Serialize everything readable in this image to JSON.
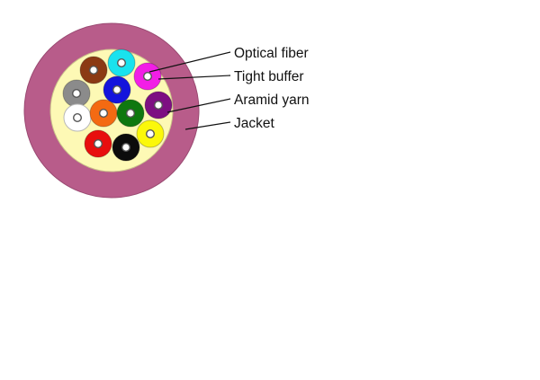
{
  "labels": {
    "optical_fiber": "Optical fiber",
    "tight_buffer": "Tight buffer",
    "aramid_yarn": "Aramid yarn",
    "jacket": "Jacket"
  },
  "colors": {
    "jacket": "#b85c8a",
    "aramid_yarn": "#fdf9b5",
    "fiber_core": "#ffffff"
  },
  "fibers": [
    {
      "name": "brown",
      "color": "#8b3a14"
    },
    {
      "name": "aqua",
      "color": "#19e2ee"
    },
    {
      "name": "rose",
      "color": "#f21ee6"
    },
    {
      "name": "slate",
      "color": "#8b8b8b"
    },
    {
      "name": "blue",
      "color": "#1414dc"
    },
    {
      "name": "violet",
      "color": "#7d0f82"
    },
    {
      "name": "white",
      "color": "#ffffff"
    },
    {
      "name": "orange",
      "color": "#f46a12"
    },
    {
      "name": "green",
      "color": "#0f780f"
    },
    {
      "name": "yellow",
      "color": "#fbf80a"
    },
    {
      "name": "red",
      "color": "#e80e0e"
    },
    {
      "name": "black",
      "color": "#0c0c0c"
    }
  ]
}
